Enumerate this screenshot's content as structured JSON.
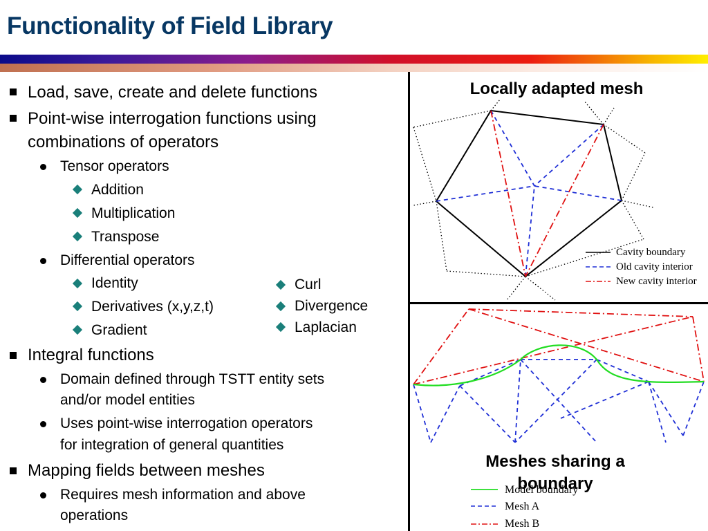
{
  "title": "Functionality of Field Library",
  "bullets": {
    "b1": "Load, save, create and delete functions",
    "b2a": "Point-wise interrogation functions using",
    "b2b": "combinations of operators",
    "tensor": "Tensor operators",
    "addition": "Addition",
    "multiplication": "Multiplication",
    "transpose": "Transpose",
    "differential": "Differential operators",
    "identity": "Identity",
    "derivatives": "Derivatives (x,y,z,t)",
    "gradient": "Gradient",
    "curl": "Curl",
    "divergence": "Divergence",
    "laplacian": "Laplacian",
    "integral": "Integral functions",
    "domain_a": "Domain defined through TSTT entity sets",
    "domain_b": "and/or model entities",
    "uses_a": "Uses point-wise interrogation operators",
    "uses_b": "for integration of general quantities",
    "mapping": "Mapping fields between meshes",
    "requires_a": "Requires mesh information and above",
    "requires_b": "operations"
  },
  "figure_top": {
    "caption": "Locally adapted mesh",
    "legend": [
      "Cavity boundary",
      "Old cavity interior",
      "New cavity interior"
    ]
  },
  "figure_bottom": {
    "caption_a": "Meshes sharing a",
    "caption_b": "boundary",
    "legend": [
      "Model boundary",
      "Mesh A",
      "Mesh B"
    ]
  },
  "colors": {
    "title": "#073763",
    "diamond": "#1a7f7a",
    "cavity_boundary": "#000000",
    "old_interior": "#1f2fd6",
    "new_interior": "#e01010",
    "model_boundary": "#22dd22"
  }
}
